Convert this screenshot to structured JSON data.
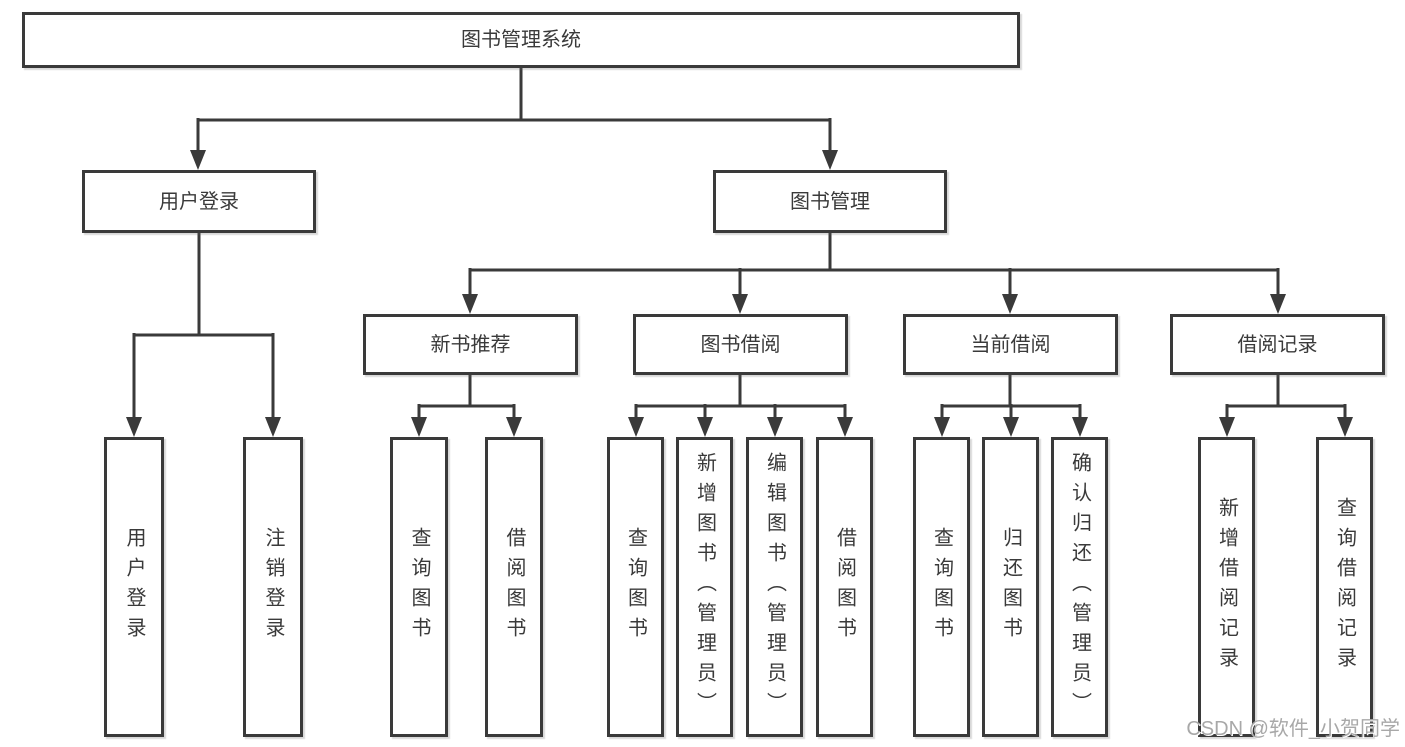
{
  "tree": {
    "root": {
      "label": "图书管理系统",
      "children": [
        {
          "label": "用户登录",
          "children": [
            {
              "label": "用户登录"
            },
            {
              "label": "注销登录"
            }
          ]
        },
        {
          "label": "图书管理",
          "children": [
            {
              "label": "新书推荐",
              "children": [
                {
                  "label": "查询图书"
                },
                {
                  "label": "借阅图书"
                }
              ]
            },
            {
              "label": "图书借阅",
              "children": [
                {
                  "label": "查询图书"
                },
                {
                  "label": "新增图书（管理员）"
                },
                {
                  "label": "编辑图书（管理员）"
                },
                {
                  "label": "借阅图书"
                }
              ]
            },
            {
              "label": "当前借阅",
              "children": [
                {
                  "label": "查询图书"
                },
                {
                  "label": "归还图书"
                },
                {
                  "label": "确认归还（管理员）"
                }
              ]
            },
            {
              "label": "借阅记录",
              "children": [
                {
                  "label": "新增借阅记录"
                },
                {
                  "label": "查询借阅记录"
                }
              ]
            }
          ]
        }
      ]
    }
  },
  "watermark": {
    "text": "CSDN @软件_小贺同学"
  },
  "colors": {
    "line": "#3a3a3a",
    "text": "#3a3a3a",
    "box_background": "#ffffff",
    "page_background": "#ffffff",
    "watermark": "#a8a8a8"
  }
}
